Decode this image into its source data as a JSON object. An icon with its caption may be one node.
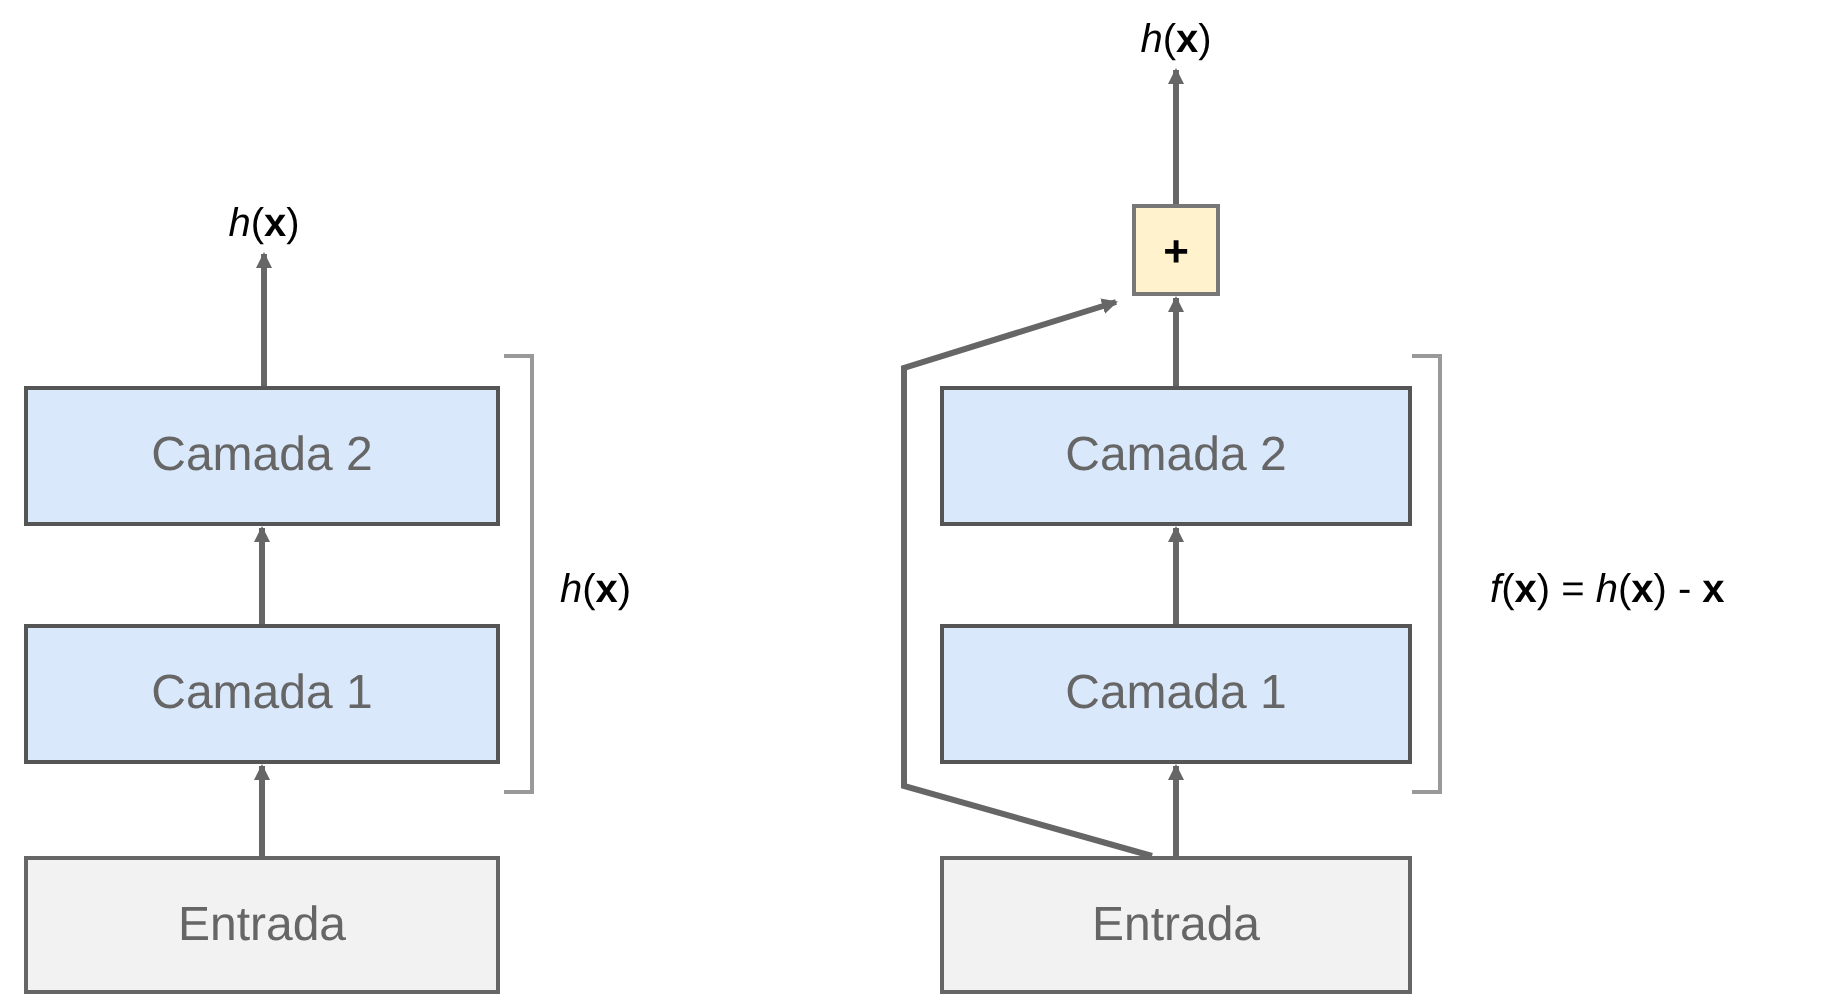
{
  "diagram": {
    "nodes": [
      {
        "text": [
          "*h*(**x**)"
        ]
      },
      {
        "text": [
          "Camada 2"
        ]
      },
      {
        "text": [
          "Camada 1"
        ]
      },
      {
        "text": [
          "Entrada"
        ]
      },
      {
        "text": [
          "*h*(**x**)"
        ]
      },
      {
        "text": [
          "+"
        ]
      },
      {
        "text": [
          "Camada 2"
        ]
      },
      {
        "text": [
          "Camada 1"
        ]
      },
      {
        "text": [
          "Entrada"
        ]
      }
    ],
    "edges": [
      {
        "from": 3,
        "to": 2,
        "arrow": "to"
      },
      {
        "from": 2,
        "to": 1,
        "arrow": "to"
      },
      {
        "from": 1,
        "to": 0,
        "arrow": "to"
      },
      {
        "from": 8,
        "to": 7,
        "arrow": "to"
      },
      {
        "from": 7,
        "to": 6,
        "arrow": "to"
      },
      {
        "from": 6,
        "to": 5,
        "arrow": "to"
      },
      {
        "from": 5,
        "to": 4,
        "arrow": "to"
      },
      {
        "from": 8,
        "to": 5,
        "arrow": "to"
      }
    ],
    "labels": [
      "*h*(**x**)",
      "*f*(**x**) = *h*(**x**) - **x**"
    ]
  }
}
